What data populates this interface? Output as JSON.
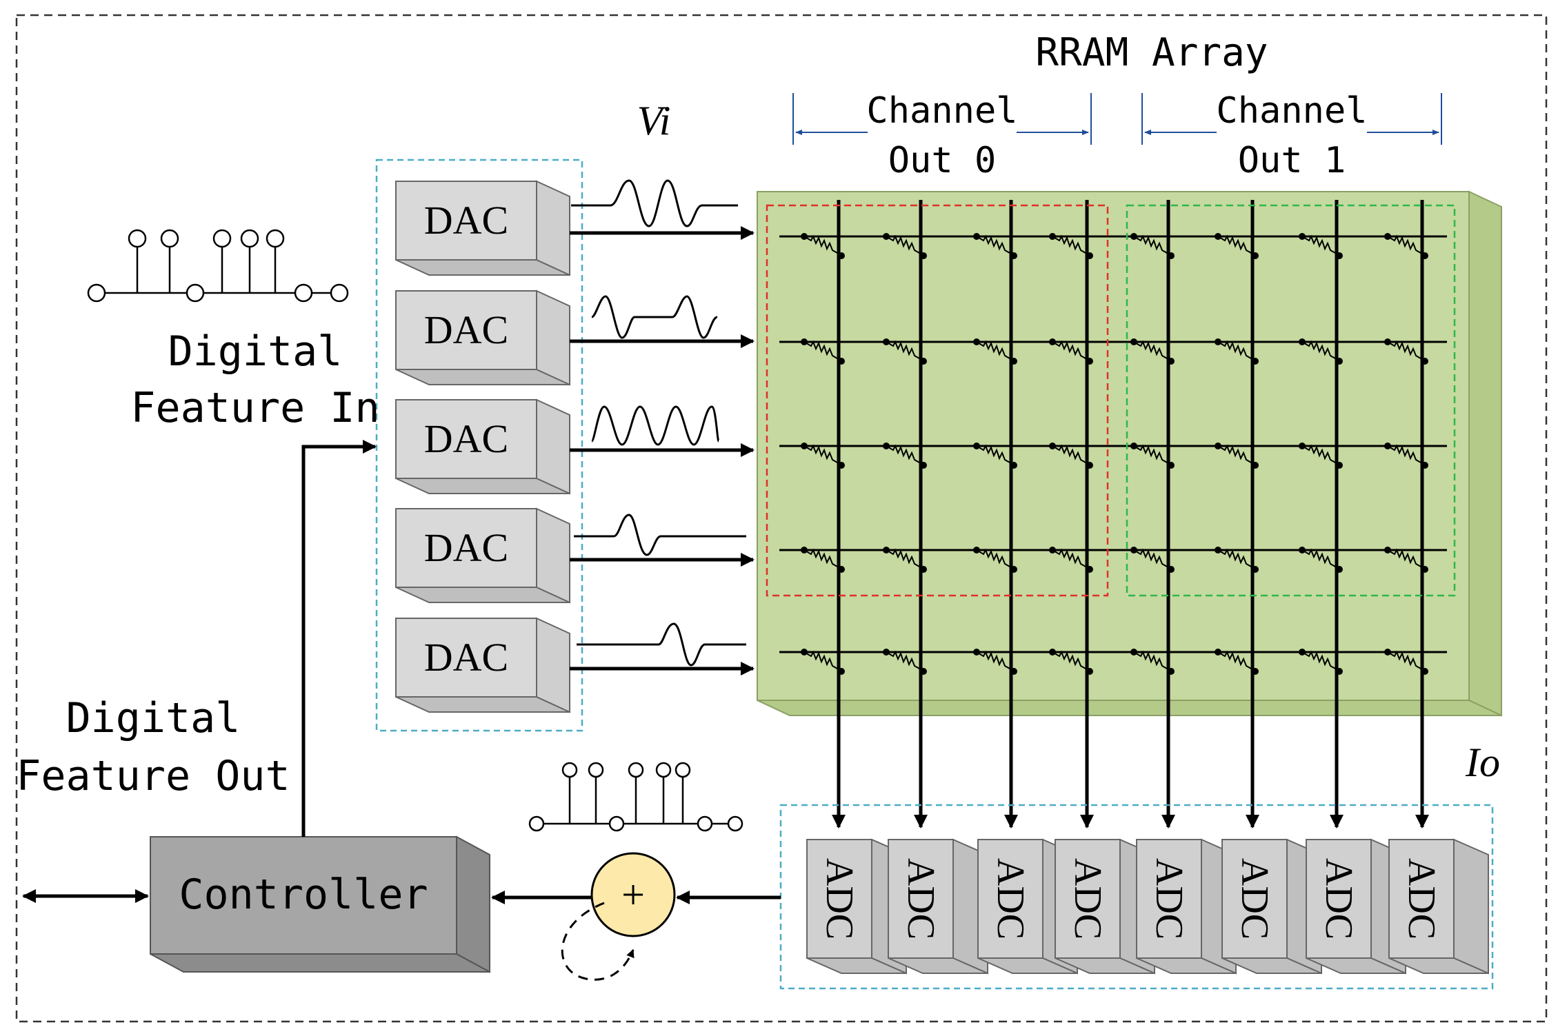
{
  "labels": {
    "array_title": "RRAM Array",
    "vi": "Vi",
    "io": "Io",
    "channel0_line1": "Channel",
    "channel0_line2": "Out 0",
    "channel1_line1": "Channel",
    "channel1_line2": "Out 1",
    "feature_in_line1": "Digital",
    "feature_in_line2": "Feature In",
    "feature_out_line1": "Digital",
    "feature_out_line2": "Feature Out",
    "controller": "Controller",
    "adder": "+"
  },
  "dacs": [
    "DAC",
    "DAC",
    "DAC",
    "DAC",
    "DAC"
  ],
  "adcs": [
    "ADC",
    "ADC",
    "ADC",
    "ADC",
    "ADC",
    "ADC",
    "ADC",
    "ADC"
  ],
  "colors": {
    "array_fill": "#c6d9a0",
    "array_side": "#b4ca88",
    "block_fill": "#d9d9d9",
    "controller_fill": "#a6a6a6",
    "adder_fill": "#fde9a9",
    "dac_group_border": "#4bacc6",
    "channel0_border": "#e0302a",
    "channel1_border": "#2eb84b",
    "dimension_arrow": "#1f4e9a"
  }
}
